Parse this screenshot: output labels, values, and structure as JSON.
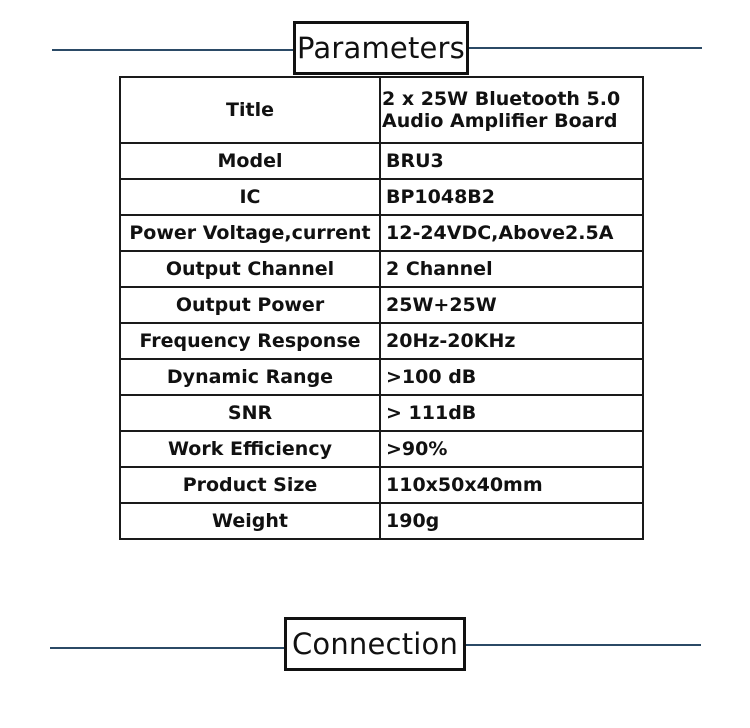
{
  "parameters_header": {
    "title": "Parameters"
  },
  "spec_table": {
    "rows": [
      {
        "label": "Title",
        "value_lines": [
          "2 x 25W Bluetooth 5.0",
          "Audio Amplifier Board"
        ]
      },
      {
        "label": "Model",
        "value": "BRU3"
      },
      {
        "label": "IC",
        "value": "BP1048B2"
      },
      {
        "label": "Power Voltage,current",
        "value": "12-24VDC,Above2.5A"
      },
      {
        "label": "Output Channel",
        "value": "2 Channel"
      },
      {
        "label": "Output Power",
        "value": "25W+25W"
      },
      {
        "label": "Frequency Response",
        "value": "20Hz-20KHz"
      },
      {
        "label": "Dynamic Range",
        "value": ">100 dB"
      },
      {
        "label": "SNR",
        "value": "> 111dB"
      },
      {
        "label": "Work Efficiency",
        "value": ">90%"
      },
      {
        "label": "Product Size",
        "value": "110x50x40mm"
      },
      {
        "label": "Weight",
        "value": "190g"
      }
    ]
  },
  "connection_header": {
    "title": "Connection"
  },
  "colors": {
    "rule": "#2b4a66",
    "border": "#111111",
    "text": "#111111",
    "background": "#ffffff"
  }
}
